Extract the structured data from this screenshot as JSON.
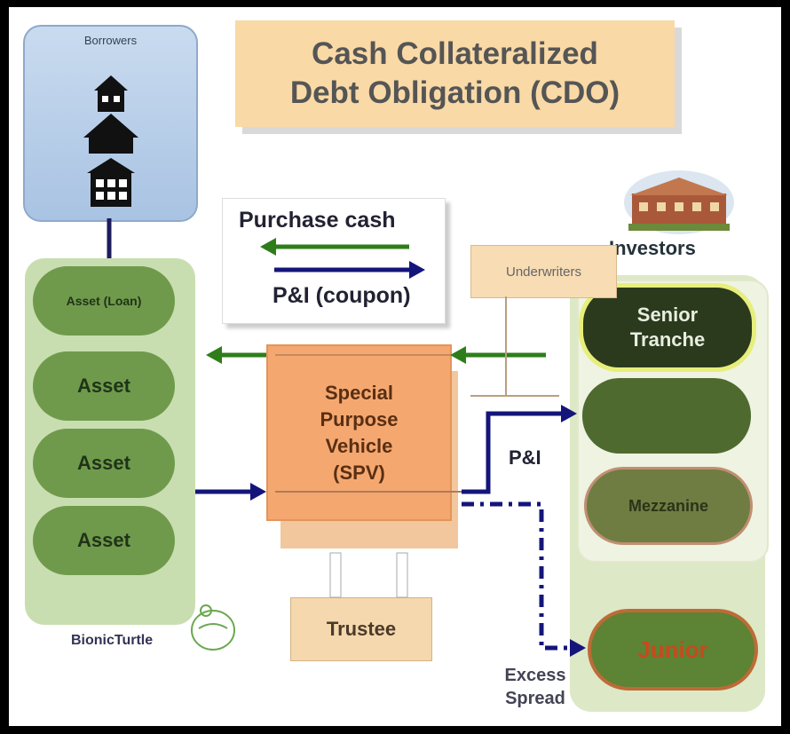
{
  "title": {
    "line1": "Cash Collateralized",
    "line2": "Debt Obligation (CDO)"
  },
  "borrowers": {
    "label": "Borrowers",
    "icons": [
      "house-icon",
      "house-icon",
      "building-icon"
    ]
  },
  "legend": {
    "purchase_cash": "Purchase cash",
    "pi_coupon": "P&I (coupon)"
  },
  "assets": {
    "items": [
      {
        "label": "Asset (Loan)"
      },
      {
        "label": "Asset"
      },
      {
        "label": "Asset"
      },
      {
        "label": "Asset"
      }
    ]
  },
  "spv": {
    "line1": "Special",
    "line2": "Purpose",
    "line3": "Vehicle",
    "line4": "(SPV)"
  },
  "underwriters": {
    "label": "Underwriters"
  },
  "investors": {
    "label": "Investors",
    "icon": "investors-building-icon",
    "tranches": {
      "senior_line1": "Senior",
      "senior_line2": "Tranche",
      "middle": "",
      "mezzanine": "Mezzanine",
      "junior": "Junior"
    }
  },
  "trustee": {
    "label": "Trustee"
  },
  "flow_labels": {
    "pi": "P&I",
    "excess_line1": "Excess",
    "excess_line2": "Spread"
  },
  "logo": {
    "text": "BionicTurtle"
  },
  "colors": {
    "purchase_cash_arrow": "#2e7d1a",
    "pi_arrow": "#14157a",
    "title_box": "#f9d9a6",
    "asset_pill": "#6f9a4c",
    "spv": "#f4a870"
  }
}
